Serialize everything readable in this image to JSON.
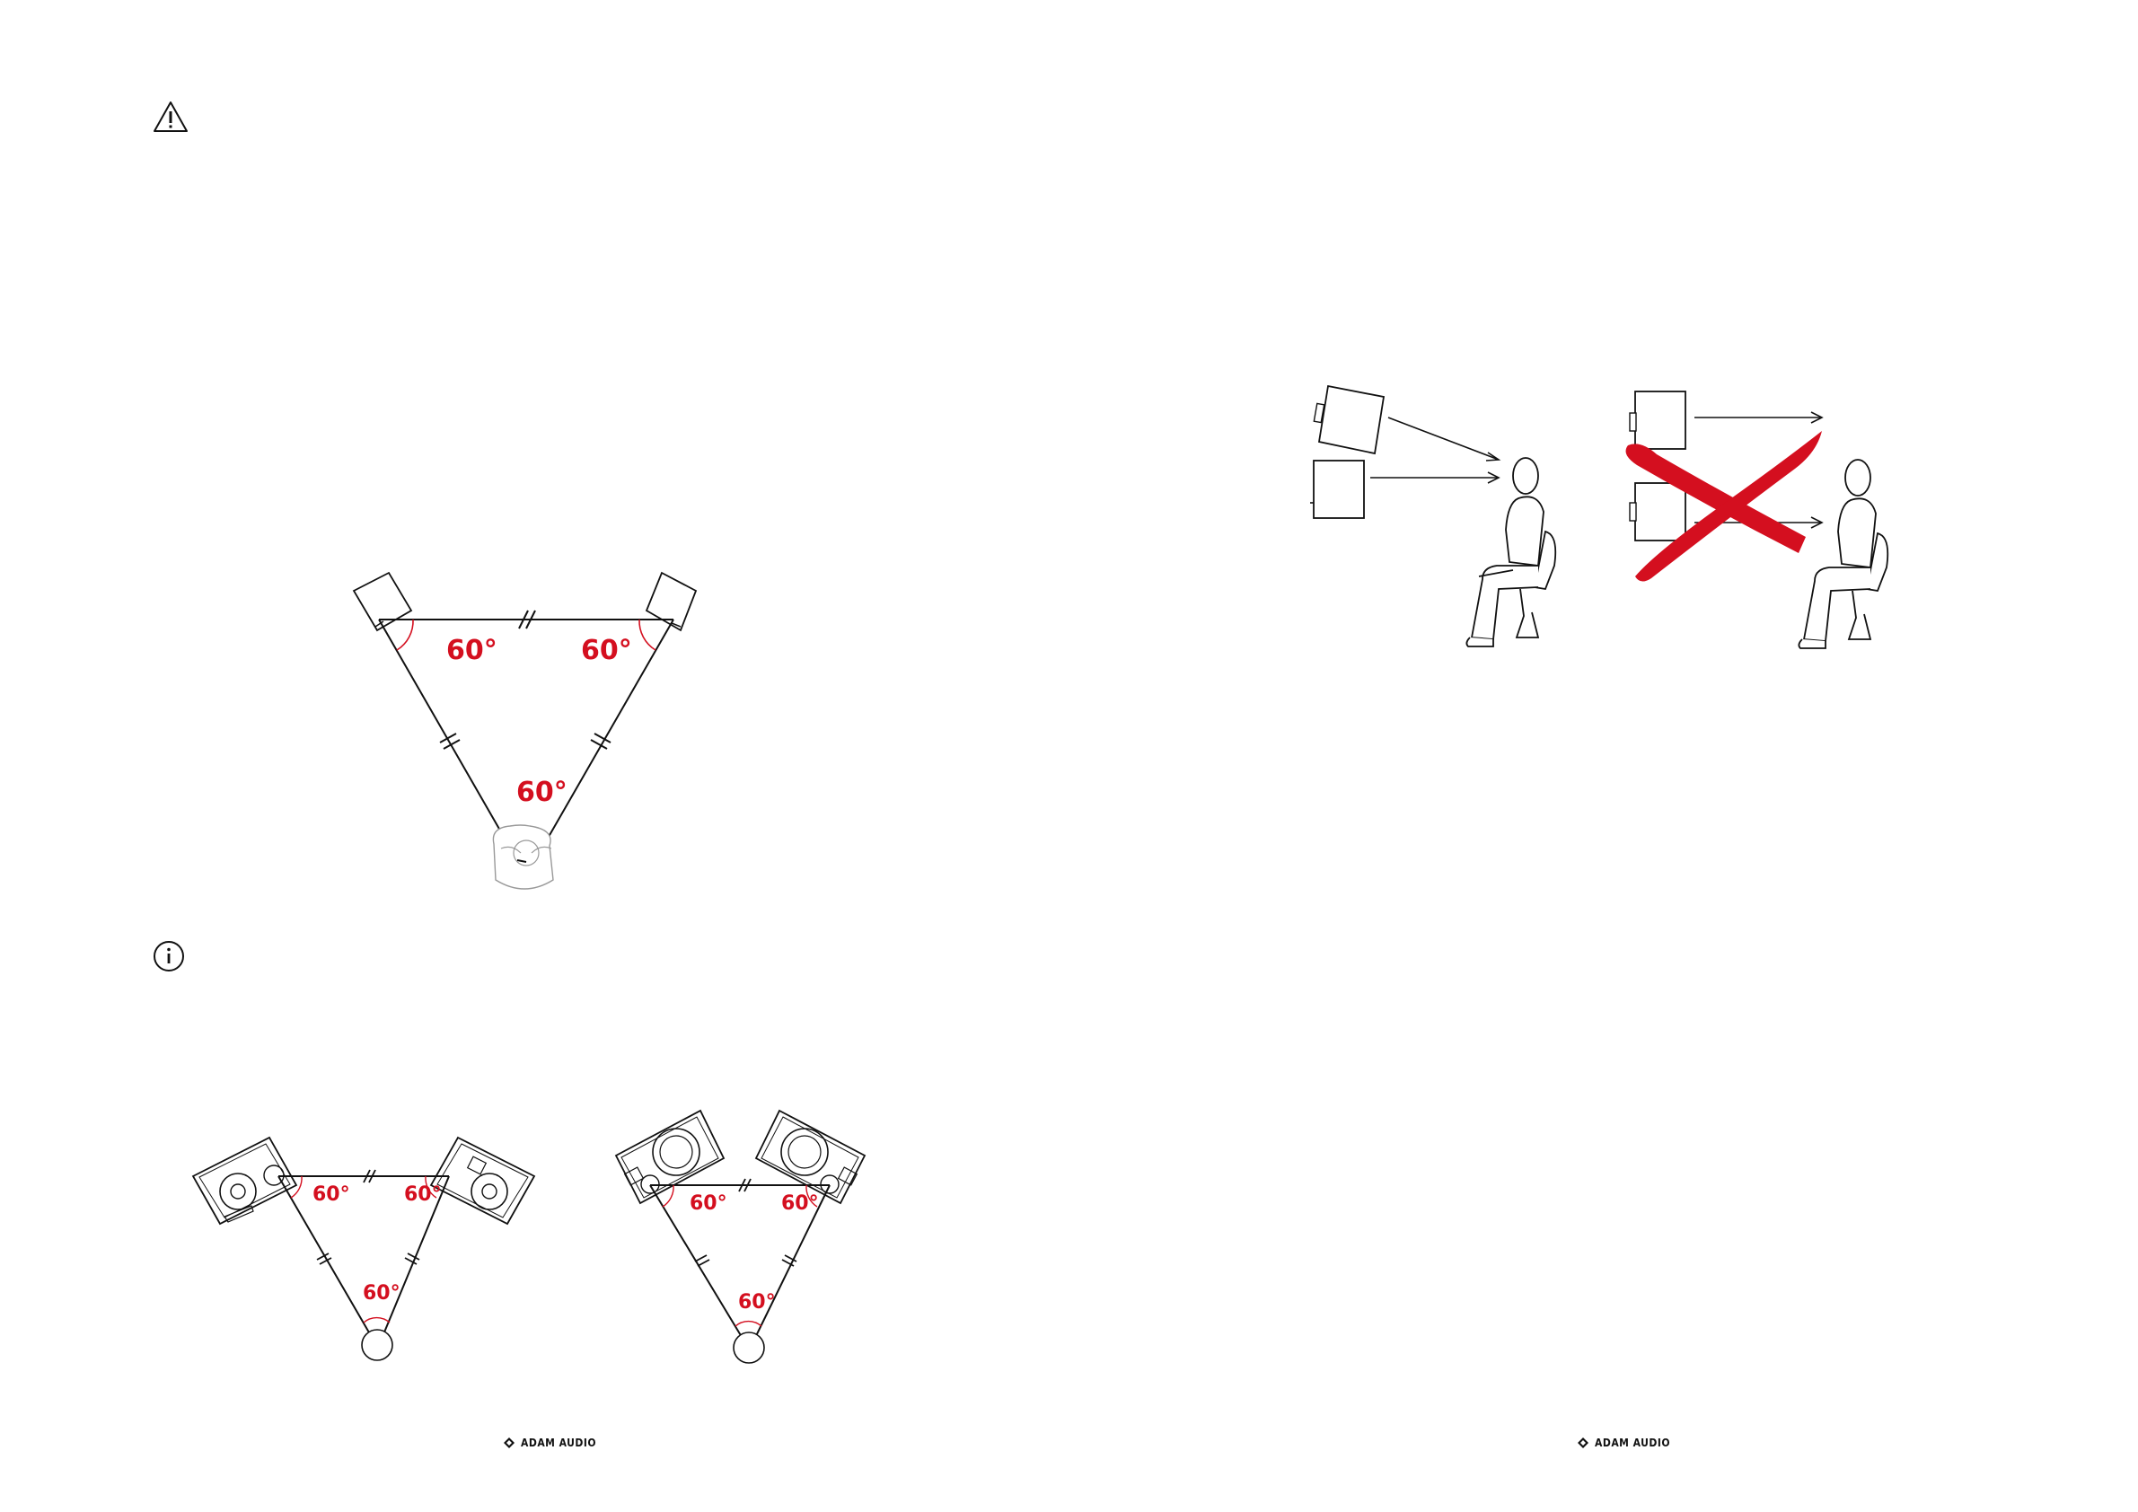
{
  "pages": [
    {
      "warning_icon": "warning-triangle-icon",
      "info_icon": "info-circle-icon",
      "triangle_diagram": {
        "angles": [
          "60°",
          "60°",
          "60°"
        ]
      },
      "small_diagrams": [
        {
          "angles": [
            "60°",
            "60°",
            "60°"
          ]
        },
        {
          "angles": [
            "60°",
            "60°",
            "60°"
          ]
        }
      ],
      "logo": {
        "icon": "adam-audio-logo-icon",
        "text": "ADAM AUDIO"
      }
    },
    {
      "orientation_diagram": {
        "correct": "angled-speaker-toward-listener",
        "incorrect": "parallel-speakers-crossed-out",
        "cross_color": "#d40f1f"
      },
      "logo": {
        "icon": "adam-audio-logo-icon",
        "text": "ADAM AUDIO"
      }
    }
  ],
  "colors": {
    "accent": "#d40f1f",
    "line": "#111111"
  }
}
